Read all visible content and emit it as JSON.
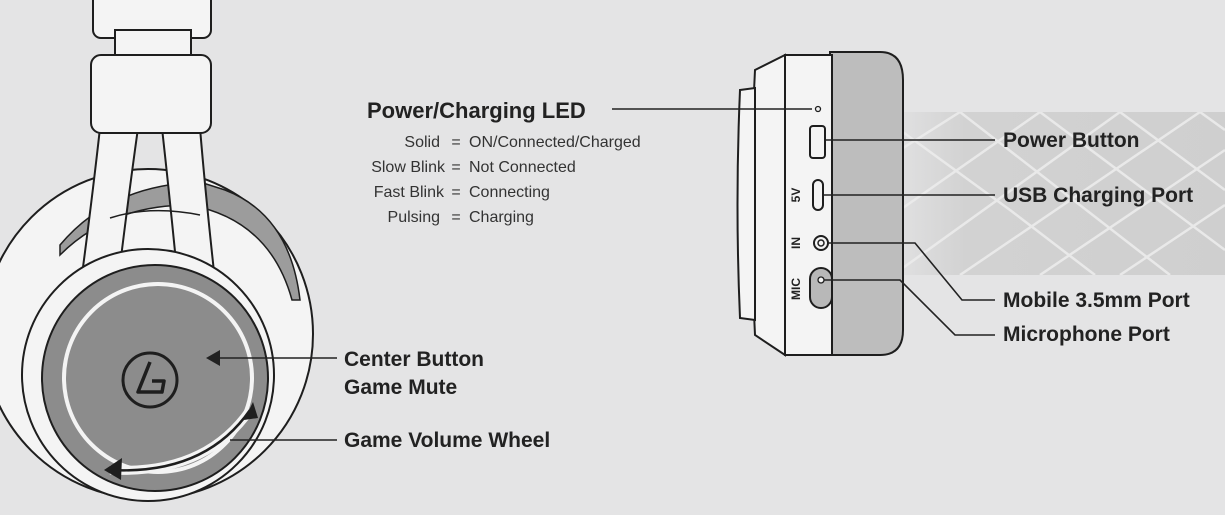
{
  "colors": {
    "background": "#e4e4e5",
    "headphone_body": "#f4f4f4",
    "dial_gray": "#8c8c8c",
    "ear_cushion": "#bdbdbd",
    "outline": "#1e1e1e",
    "pattern_band": "#d4d4d4"
  },
  "led": {
    "title": "Power/Charging LED",
    "rows": [
      {
        "state": "Solid",
        "eq": "=",
        "meaning": "ON/Connected/Charged"
      },
      {
        "state": "Slow Blink",
        "eq": "=",
        "meaning": "Not Connected"
      },
      {
        "state": "Fast Blink",
        "eq": "=",
        "meaning": "Connecting"
      },
      {
        "state": "Pulsing",
        "eq": "=",
        "meaning": "Charging"
      }
    ]
  },
  "callouts": {
    "center_button_line1": "Center Button",
    "center_button_line2": "Game Mute",
    "volume_wheel": "Game Volume Wheel",
    "power_button": "Power Button",
    "usb_port": "USB Charging Port",
    "mobile_port": "Mobile 3.5mm Port",
    "mic_port": "Microphone Port"
  },
  "side_labels": {
    "usb": "5V",
    "in": "IN",
    "mic": "MIC"
  },
  "icons": {
    "logo": "lucidsound-logo-icon",
    "rotate_arrow": "curved-double-arrow-icon"
  }
}
